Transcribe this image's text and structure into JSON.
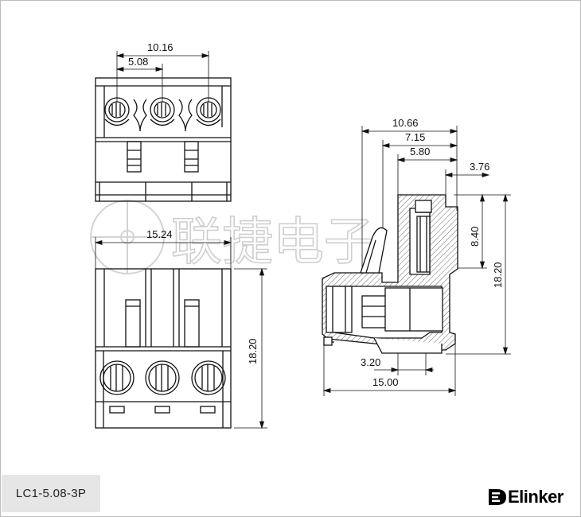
{
  "drawing": {
    "part_number": "LC1-5.08-3P",
    "brand": "Elinker",
    "watermark": "联捷电子",
    "dimensions": {
      "top_pitch_double": "10.16",
      "top_pitch": "5.08",
      "front_width": "15.24",
      "front_height": "18.20",
      "side_depth_total": "10.66",
      "side_depth_2": "7.15",
      "side_depth_3": "5.80",
      "side_offset": "3.76",
      "side_upper_height": "8.40",
      "side_height": "18.20",
      "side_base_offset": "3.20",
      "side_base_length": "15.00"
    }
  }
}
